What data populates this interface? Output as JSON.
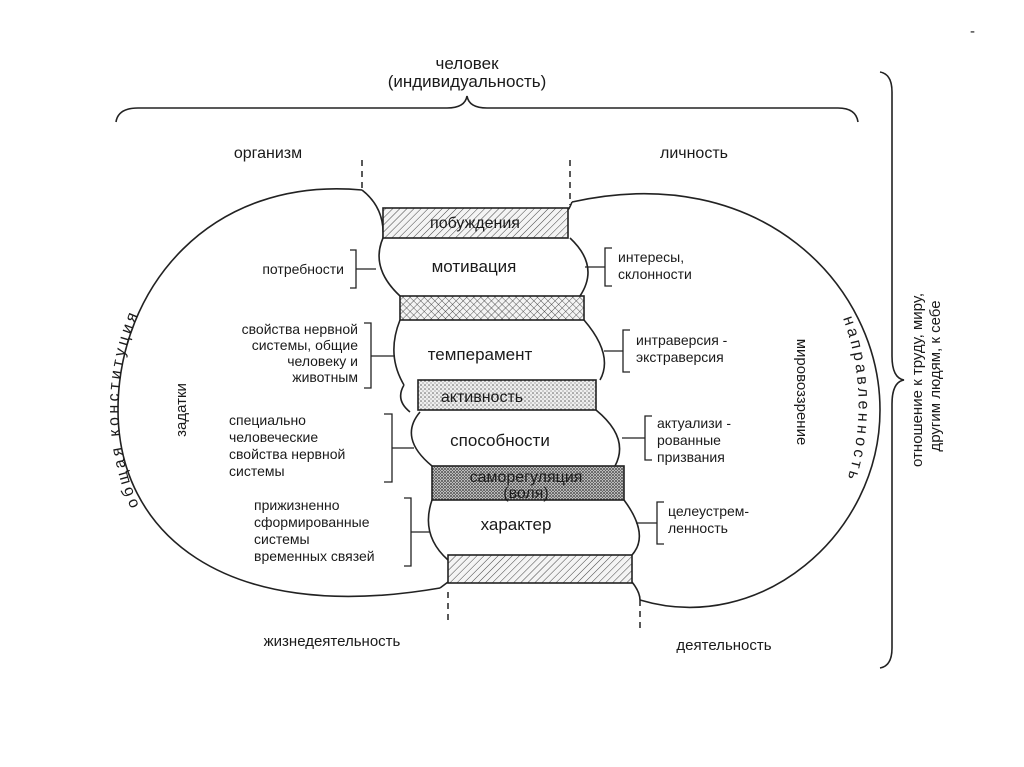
{
  "top": {
    "title": "человек",
    "subtitle": "(индивидуальность)",
    "left_label": "организм",
    "right_label": "личность",
    "corner_mark": "-"
  },
  "center": {
    "bars": [
      "побуждения",
      "",
      "активность",
      "саморегуляция",
      "(воля)",
      ""
    ],
    "blocks": [
      "мотивация",
      "темперамент",
      "способности",
      "характер"
    ]
  },
  "left": {
    "arc_outer": "общая конституция",
    "arc_inner": "задатки",
    "bottom": "жизнедеятельность",
    "items": [
      [
        "потребности"
      ],
      [
        "свойства нервной",
        "системы, общие",
        "человеку и",
        "животным"
      ],
      [
        "специально",
        "человеческие",
        "свойства нервной",
        "системы"
      ],
      [
        "прижизненно",
        "сформированные",
        "системы",
        "временных связей"
      ]
    ]
  },
  "right": {
    "arc_outer": "направленность",
    "arc_inner": "мировоззрение",
    "bottom": "деятельность",
    "side": [
      "отношение к труду, миру,",
      "другим людям, к себе"
    ],
    "items": [
      [
        "интересы,",
        "склонности"
      ],
      [
        "интраверсия -",
        "экстраверсия"
      ],
      [
        "актуализи -",
        "рованные",
        "призвания"
      ],
      [
        "целеустрем-",
        "ленность"
      ]
    ]
  },
  "colors": {
    "ink": "#222222",
    "background": "#ffffff"
  }
}
